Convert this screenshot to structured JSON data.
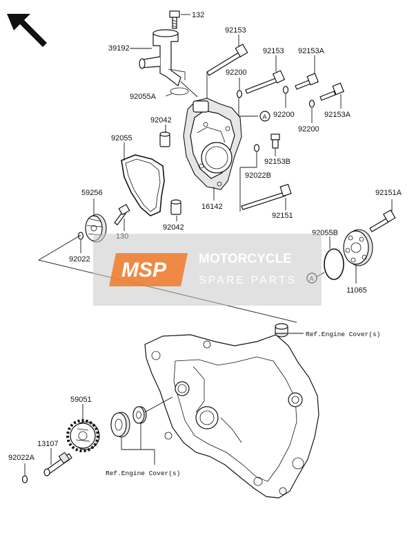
{
  "parts": {
    "p132": "132",
    "p39192": "39192",
    "p92153_a": "92153",
    "p92153_b": "92153",
    "p92153A_a": "92153A",
    "p92153A_b": "92153A",
    "p92200_a": "92200",
    "p92200_b": "92200",
    "p92200_c": "92200",
    "p92055A": "92055A",
    "p92042_a": "92042",
    "p92042_b": "92042",
    "p92055": "92055",
    "p92153B": "92153B",
    "p92022B": "92022B",
    "p16142": "16142",
    "p92151": "92151",
    "p92151A": "92151A",
    "p59256": "59256",
    "p130": "130",
    "p92022": "92022",
    "p92055B": "92055B",
    "p11065": "11065",
    "p59051": "59051",
    "p13107": "13107",
    "p92022A": "92022A"
  },
  "references": {
    "ref_cover_right": "Ref.Engine Cover(s)",
    "ref_cover_bottom": "Ref.Engine Cover(s)",
    "marker_a": "A"
  },
  "watermark": {
    "logo": "MSP",
    "line1": "MOTORCYCLE",
    "line2": "SPARE PARTS"
  },
  "colors": {
    "logo_orange": "#f07a2a",
    "watermark_grey": "#c8c8c8",
    "ink": "#111111"
  }
}
